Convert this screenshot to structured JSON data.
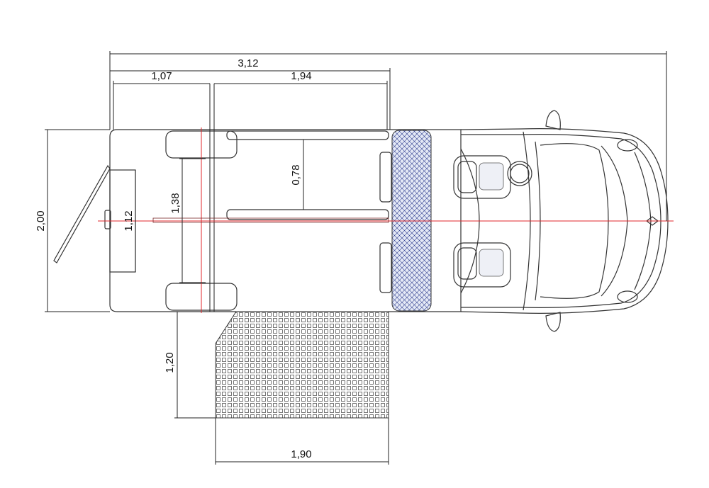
{
  "dimensions": {
    "total_length": "3,12",
    "rear_section_length": "1,07",
    "front_section_length": "1,94",
    "total_width": "2,00",
    "rear_door_width": "1,12",
    "interior_width": "1,38",
    "aisle_width": "0,78",
    "ramp_depth": "1,20",
    "ramp_width": "1,90"
  },
  "colors": {
    "outline": "#333333",
    "centerline": "#e0272b",
    "hatch": "#2b3a8c",
    "hatch_fill": "#e4e9f6",
    "ramp_grid": "#555555"
  }
}
